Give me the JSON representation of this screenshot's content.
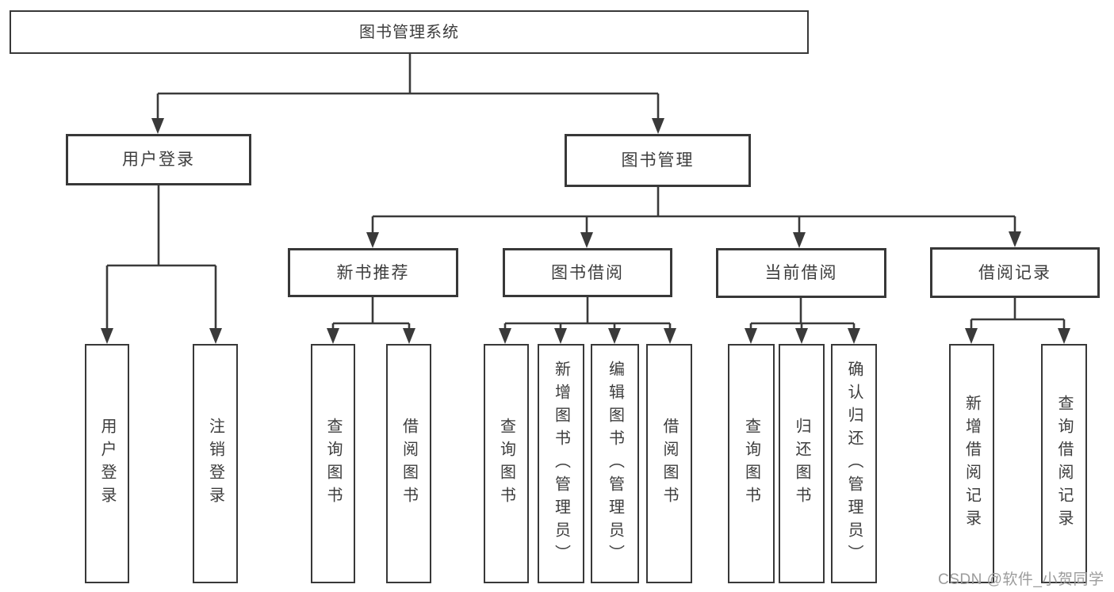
{
  "watermark": "CSDN @软件_小贺同学",
  "nodes": {
    "root": "图书管理系统",
    "l2_user_login": "用户登录",
    "l2_book_mgmt": "图书管理",
    "leaf_user_login": "用户登录",
    "leaf_logout": "注销登录",
    "l3_new_books": "新书推荐",
    "l3_book_borrow": "图书借阅",
    "l3_current_borrow": "当前借阅",
    "l3_borrow_records": "借阅记录",
    "leaf_nb_query": "查询图书",
    "leaf_nb_borrow": "借阅图书",
    "leaf_bb_query": "查询图书",
    "leaf_bb_add": "新增图书（管理员）",
    "leaf_bb_edit": "编辑图书（管理员）",
    "leaf_bb_borrow": "借阅图书",
    "leaf_cb_query": "查询图书",
    "leaf_cb_return": "归还图书",
    "leaf_cb_confirm": "确认归还（管理员）",
    "leaf_br_add": "新增借阅记录",
    "leaf_br_query": "查询借阅记录"
  }
}
